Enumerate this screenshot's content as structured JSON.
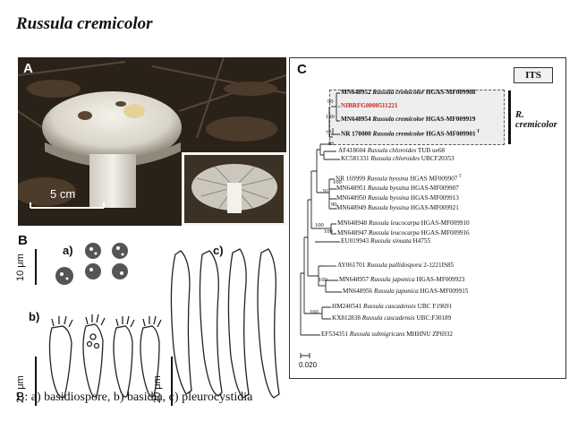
{
  "figure": {
    "title": "Russula cremicolor",
    "caption": "B: a) basidiospore, b) basidia, c) pleurocystidia"
  },
  "panel_a": {
    "label": "A",
    "scale_bar_text": "5 cm"
  },
  "panel_b": {
    "label": "B",
    "label_a": "a)",
    "label_b": "b)",
    "label_c": "c)",
    "scale_top": "10 μm",
    "scale_bottom_left": "20 μm",
    "scale_bottom_right": "20 μm"
  },
  "panel_c": {
    "label": "C",
    "marker": "ITS",
    "clade_label": "R. cremicolor",
    "scale_value": "0.020",
    "highlight_color": "#d42020",
    "taxa": [
      {
        "id": "MN648952",
        "species": "Russula cremicolor",
        "voucher": "HGAS-MF009908",
        "bold": true
      },
      {
        "id": "NIBRFG0000511221",
        "species": "",
        "voucher": "",
        "bold": true,
        "highlight": true
      },
      {
        "id": "MN648954",
        "species": "Russula cremicolor",
        "voucher": "HGAS-MF009919",
        "bold": true
      },
      {
        "id": "NR 170000",
        "species": "Russula cremicolor",
        "voucher": "HGAS-MF009901",
        "sup": "T",
        "bold": true
      },
      {
        "id": "AF418604",
        "species": "Russula chloroides",
        "voucher": "TUB ue68"
      },
      {
        "id": "KC581331",
        "species": "Russula chloroides",
        "voucher": "UBCF20353"
      },
      {
        "id": "NR 169999",
        "species": "Russula byssina",
        "voucher": "HGAS MF009907",
        "sup": "T"
      },
      {
        "id": "MN648951",
        "species": "Russula byssina",
        "voucher": "HGAS-MF009907"
      },
      {
        "id": "MN648950",
        "species": "Russula byssina",
        "voucher": "HGAS-MF009913"
      },
      {
        "id": "MN648949",
        "species": "Russula byssina",
        "voucher": "HGAS-MF009921"
      },
      {
        "id": "MN648948",
        "species": "Russula leucocarpa",
        "voucher": "HGAS-MF009910"
      },
      {
        "id": "MN648947",
        "species": "Russula leucocarpa",
        "voucher": "HGAS-MF009916"
      },
      {
        "id": "EU019943",
        "species": "Russula sinuata",
        "voucher": "H4755"
      },
      {
        "id": "AY061701",
        "species": "Russula pallidospora",
        "voucher": "2-1221IS85"
      },
      {
        "id": "MN648957",
        "species": "Russula japonica",
        "voucher": "HGAS-MF009923"
      },
      {
        "id": "MN648956",
        "species": "Russula japonica",
        "voucher": "HGAS-MF009915"
      },
      {
        "id": "HM240541",
        "species": "Russula cascadensis",
        "voucher": "UBC F19691"
      },
      {
        "id": "KX812838",
        "species": "Russula cascadensis",
        "voucher": "UBC:F30189"
      },
      {
        "id": "EF534351",
        "species": "Russula subnigricans",
        "voucher": "MHHNU ZP6932"
      }
    ],
    "supports": [
      "90",
      "100",
      "77",
      "96",
      "91",
      "100",
      "90",
      "100",
      "100",
      "100",
      "100"
    ]
  }
}
